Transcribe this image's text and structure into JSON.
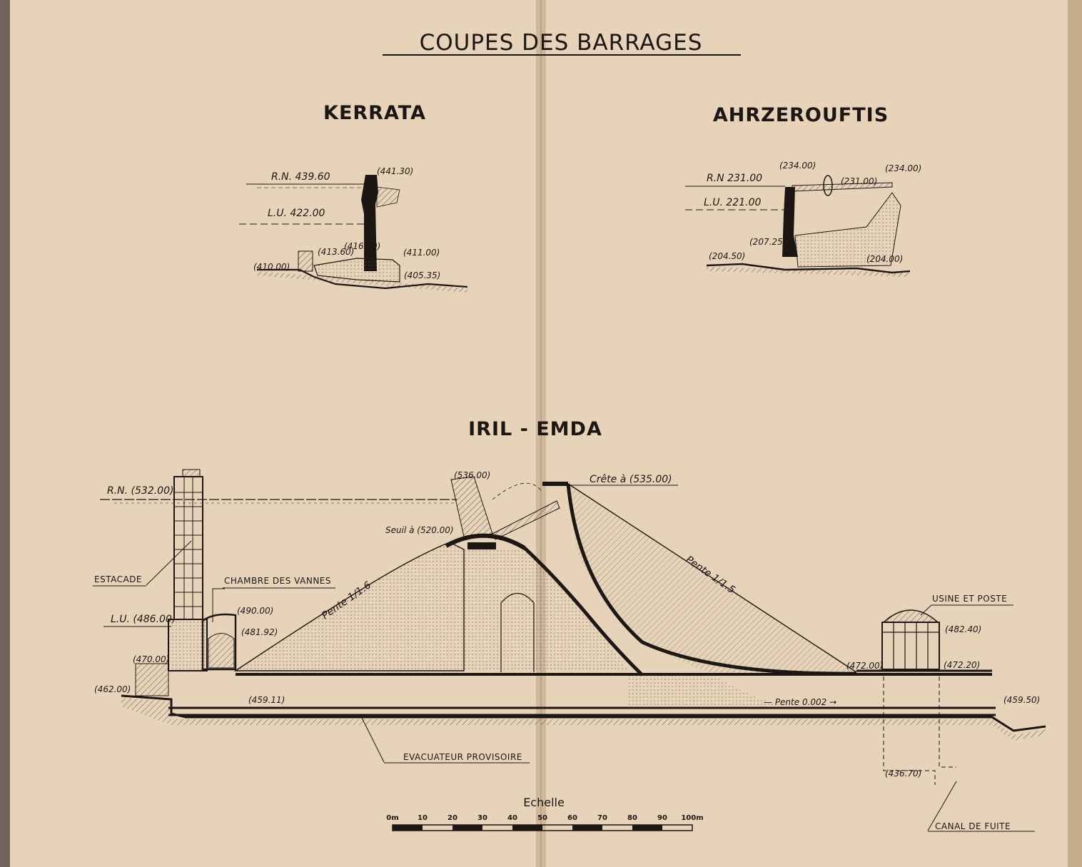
{
  "title": "COUPES DES BARRAGES",
  "dams": {
    "kerrata": {
      "name": "KERRATA",
      "rn": "R.N. 439.60",
      "lu": "L.U. 422.00",
      "levels": [
        "(441.30)",
        "(413.60)",
        "(416.00)",
        "(411.00)",
        "(410.00)",
        "(405.35)"
      ]
    },
    "ahrzerouftis": {
      "name": "AHRZEROUFTIS",
      "rn": "R.N 231.00",
      "lu": "L.U. 221.00",
      "levels": [
        "(234.00)",
        "(231.00)",
        "(234.00)",
        "(207.25)",
        "(204.50)",
        "(204.00)"
      ]
    },
    "iril_emda": {
      "name": "IRIL - EMDA",
      "rn": "R.N. (532.00)",
      "lu": "L.U. (486.00)",
      "crest": "Crête à (535.00)",
      "sill": "Seuil à (520.00)",
      "slope_upstream": "Pente 1/1.6",
      "slope_downstream": "Pente 1/1.5",
      "slope_gallery": "— Pente 0.002 →",
      "levels": {
        "top_spill": "(536.00)",
        "chamber_top": "(490.00)",
        "chamber_mid": "(481.92)",
        "tower_base": "(470.00)",
        "left_ground": "(462.00)",
        "gallery": "(459.11)",
        "toe": "(472.00)",
        "plant_top": "(482.40)",
        "plant_floor": "(472.20)",
        "outlet": "(459.50)",
        "tailrace": "(436.70)"
      },
      "labels": {
        "estacade": "ESTACADE",
        "chambre": "CHAMBRE DES VANNES",
        "usine": "USINE ET POSTE",
        "evacuateur": "EVACUATEUR PROVISOIRE",
        "canal": "CANAL DE FUITE"
      }
    }
  },
  "scale": {
    "title": "Echelle",
    "ticks": [
      "0m",
      "10",
      "20",
      "30",
      "40",
      "50",
      "60",
      "70",
      "80",
      "90",
      "100m"
    ]
  }
}
